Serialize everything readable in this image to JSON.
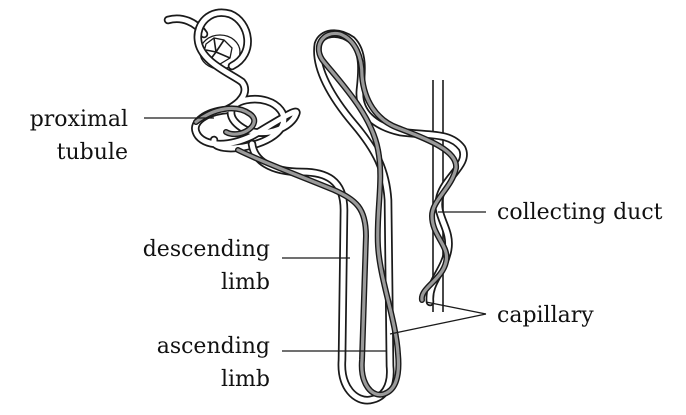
{
  "labels": {
    "proximal_line1": "proximal",
    "proximal_line2": "tubule",
    "collecting_duct": "collecting duct",
    "descending_line1": "descending",
    "descending_line2": "limb",
    "capillary": "capillary",
    "ascending_line1": "ascending",
    "ascending_line2": "limb"
  },
  "colors": {
    "outline": "#1a1a1a",
    "capillary_fill": "#9a9a9a",
    "background": "#ffffff"
  }
}
